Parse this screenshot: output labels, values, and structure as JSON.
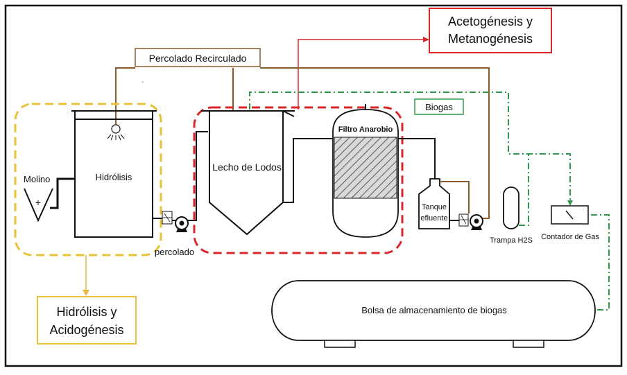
{
  "labels": {
    "acetogenesis_line1": "Acetogénesis y",
    "acetogenesis_line2": "Metanogénesis",
    "percolado_recirculado": "Percolado Recirculado",
    "biogas": "Biogas",
    "molino": "Molino",
    "molino_plus": "+",
    "hidrolisis": "Hidrólisis",
    "lecho_de_lodos": "Lecho de Lodos",
    "filtro_anarobio": "Filtro Anarobio",
    "tanque_line1": "Tanque",
    "tanque_line2": "efluente",
    "trampa": "Trampa H2S",
    "contador": "Contador de Gas",
    "percolado": "percolado",
    "bolsa": "Bolsa de almacenamiento de biogas",
    "hidrolisis_acid_line1": "Hidrólisis y",
    "hidrolisis_acid_line2": "Acidogénesis"
  },
  "colors": {
    "yellow_group": "#e8c238",
    "red_group": "#d8262b",
    "brown_pipe": "#8a5a2b",
    "green_gas": "#2e9a4c",
    "red_arrow": "#d8262b",
    "yellow_arrow": "#e8b638",
    "outline": "#111111"
  }
}
